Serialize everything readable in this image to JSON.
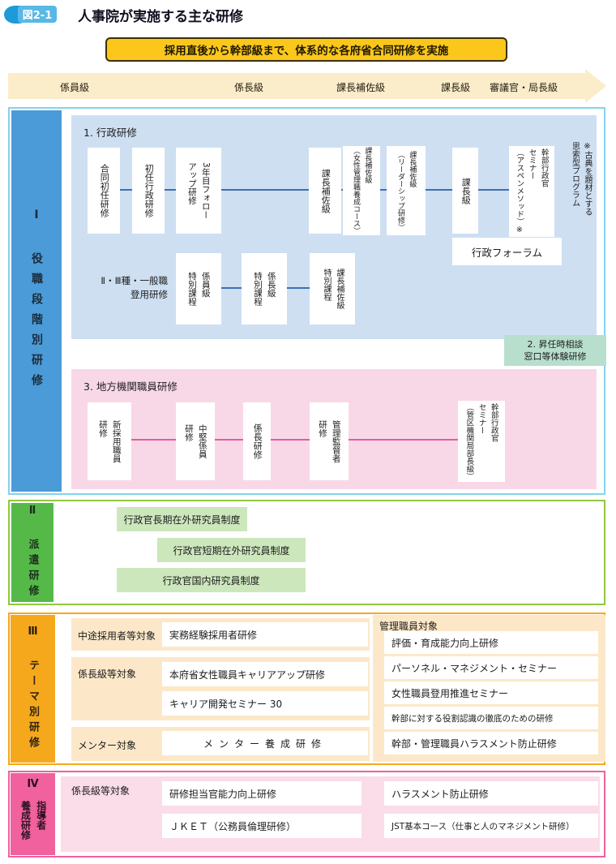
{
  "header": {
    "figure_label": "図2-1",
    "title": "人事院が実施する主な研修"
  },
  "banner": {
    "text": "採用直後から幹部級まで、体系的な各府省合同研修を実施"
  },
  "arrow": {
    "levels": [
      "係員級",
      "係長級",
      "課長補佐級",
      "課長級",
      "審議官・局長級"
    ]
  },
  "section1": {
    "sidebar": "Ⅰ 役職段階別研修",
    "admin": {
      "heading": "1. 行政研修",
      "boxes": [
        "合同初任研修",
        "初任行政研修",
        "3年目フォロー\nアップ研修",
        "課長補佐級",
        "課長補佐級\n（女性管理職養成コース）",
        "課長補佐級\n（リーダーシップ研修）",
        "課長級",
        "幹部行政官\nセミナー\n（アスペンメソッド）※"
      ],
      "note": "※古典を題材とする\n思索型プログラム",
      "forum": "行政フォーラム",
      "promotion_label": "Ⅱ・Ⅲ種・一般職\n登用研修",
      "promotion_boxes": [
        "係員級\n特別課程",
        "係長級\n特別課程",
        "課長補佐級\n特別課程"
      ]
    },
    "consultation": "2. 昇任時相談\n窓口等体験研修",
    "regional": {
      "heading": "3. 地方機関職員研修",
      "boxes": [
        "新採用職員\n研修",
        "中堅係員\n研修",
        "係長研修",
        "管理監督者\n研修",
        "幹部行政官\nセミナー\n（管区機関局部長級）"
      ]
    }
  },
  "section2": {
    "sidebar": "Ⅱ 派遣研修",
    "boxes": [
      "行政官長期在外研究員制度",
      "行政官短期在外研究員制度",
      "行政官国内研究員制度"
    ]
  },
  "section3": {
    "sidebar": "Ⅲ テーマ別研修",
    "groups": [
      {
        "label": "中途採用者等対象",
        "items": [
          "実務経験採用者研修"
        ]
      },
      {
        "label": "係長級等対象",
        "items": [
          "本府省女性職員キャリアアップ研修",
          "キャリア開発セミナー 30"
        ]
      },
      {
        "label": "メンター対象",
        "items": [
          "メンター養成研修"
        ]
      },
      {
        "label": "管理職員対象",
        "items": [
          "評価・育成能力向上研修",
          "パーソネル・マネジメント・セミナー",
          "女性職員登用推進セミナー",
          "幹部に対する役割認識の徹底のための研修",
          "幹部・管理職員ハラスメント防止研修"
        ]
      }
    ]
  },
  "section4": {
    "sidebar_numeral": "Ⅳ",
    "sidebar_label": "指導者\n養成研修",
    "group_label": "係長級等対象",
    "boxes": [
      "研修担当官能力向上研修",
      "ＪＫＥＴ（公務員倫理研修）",
      "ハラスメント防止研修",
      "JST基本コース（仕事と人のマネジメント研修）"
    ]
  },
  "colors": {
    "badge_blue": "#58b8e6",
    "banner_yellow": "#fbc71b",
    "arrow_cream": "#fbedca",
    "section1_border": "#85d2ee",
    "section1_sidebar": "#4a9bd8",
    "panel_blue": "#cedff2",
    "line_blue": "#3e6fb0",
    "panel_pink": "#f8d8e7",
    "line_pink": "#e75a9e",
    "consult_green": "#b8dfce",
    "section2_border": "#90c83d",
    "section2_sidebar": "#55b948",
    "bar_green": "#cde7bd",
    "section3_orange": "#f6a81c",
    "group_cream": "#fce8c9",
    "section4_pink": "#f0619e",
    "panel_light_pink": "#fbdce9"
  }
}
